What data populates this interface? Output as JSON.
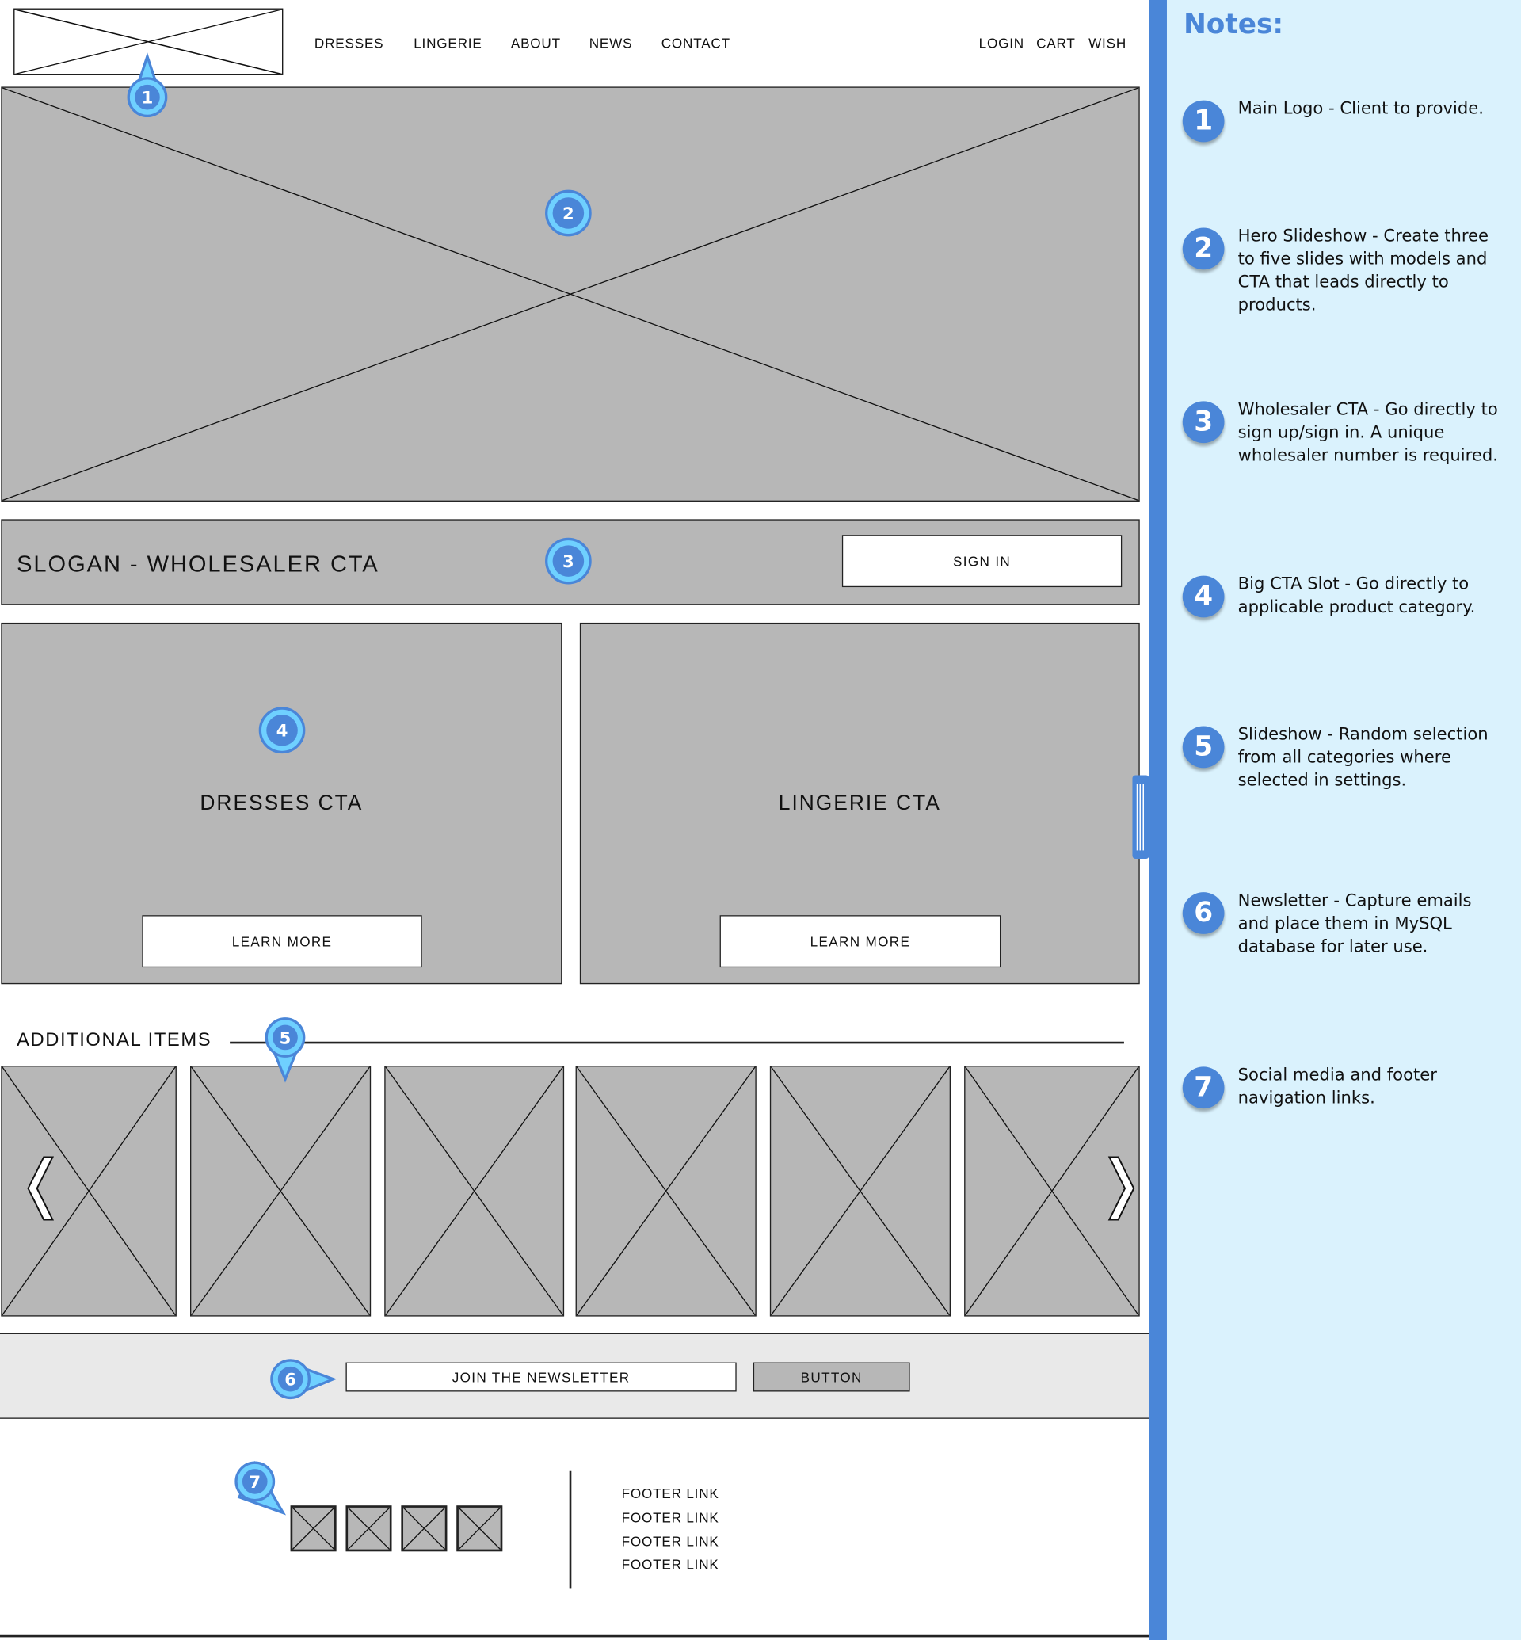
{
  "header": {
    "logo_label": "logo-placeholder",
    "nav": [
      "DRESSES",
      "LINGERIE",
      "ABOUT",
      "NEWS",
      "CONTACT"
    ],
    "account": [
      "LOGIN",
      "CART",
      "WISH"
    ]
  },
  "slogan": {
    "text": "SLOGAN - WHOLESALER CTA",
    "button": "SIGN IN"
  },
  "ctas": [
    {
      "title": "DRESSES CTA",
      "button": "LEARN MORE"
    },
    {
      "title": "LINGERIE CTA",
      "button": "LEARN MORE"
    }
  ],
  "additional": {
    "title": "ADDITIONAL ITEMS",
    "prev": "❬",
    "next": "❭"
  },
  "newsletter": {
    "placeholder": "JOIN THE NEWSLETTER",
    "button": "BUTTON"
  },
  "footer": {
    "links": [
      "FOOTER LINK",
      "FOOTER LINK",
      "FOOTER LINK",
      "FOOTER LINK"
    ]
  },
  "markers": [
    "1",
    "2",
    "3",
    "4",
    "5",
    "6",
    "7"
  ],
  "notes": {
    "title": "Notes:",
    "items": [
      {
        "num": "1",
        "text": "Main Logo - Client to provide."
      },
      {
        "num": "2",
        "text": "Hero Slideshow - Create three to five slides with models and CTA that leads directly to products."
      },
      {
        "num": "3",
        "text": "Wholesaler CTA - Go directly to sign up/sign in.  A unique wholesaler number is required."
      },
      {
        "num": "4",
        "text": "Big CTA Slot - Go directly to applicable product category."
      },
      {
        "num": "5",
        "text": "Slideshow - Random selection from all categories where selected in settings."
      },
      {
        "num": "6",
        "text": "Newsletter - Capture emails and place them in MySQL database for later use."
      },
      {
        "num": "7",
        "text": "Social media and footer navigation links."
      }
    ]
  },
  "colors": {
    "accent": "#4a86d8",
    "marker_fill": "#6fd0ff",
    "notes_bg": "#daf2fd",
    "placeholder": "#b7b7b7",
    "band": "#e9e9e9"
  }
}
